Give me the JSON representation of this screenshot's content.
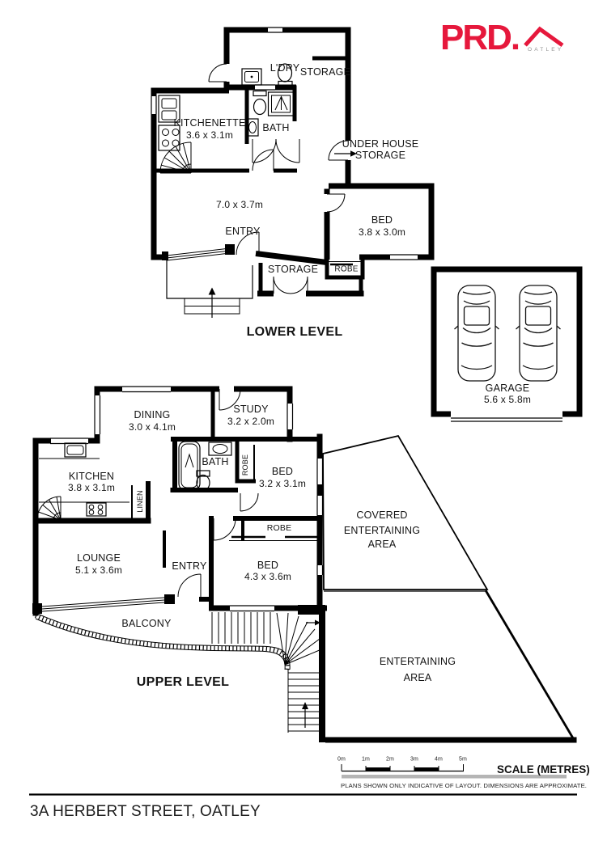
{
  "logo": {
    "brand": "PRD.",
    "office": "OATLEY",
    "brand_color": "#e6183c",
    "office_color": "#919191"
  },
  "lower_level": {
    "title": "LOWER LEVEL",
    "labels": {
      "laundry": "L'DRY",
      "storage_top": "STORAGE",
      "kitchenette": "KITCHENETTE",
      "kitchenette_dims": "3.6 x 3.1m",
      "bath": "BATH",
      "under_house_1": "UNDER HOUSE",
      "under_house_2": "STORAGE",
      "main_dims": "7.0 x 3.7m",
      "entry": "ENTRY",
      "storage_bottom": "STORAGE",
      "robe": "ROBE",
      "bed": "BED",
      "bed_dims": "3.8 x 3.0m"
    }
  },
  "garage": {
    "name": "GARAGE",
    "dims": "5.6 x 5.8m"
  },
  "upper_level": {
    "title": "UPPER LEVEL",
    "labels": {
      "dining": "DINING",
      "dining_dims": "3.0 x 4.1m",
      "study": "STUDY",
      "study_dims": "3.2 x 2.0m",
      "kitchen": "KITCHEN",
      "kitchen_dims": "3.8 x 3.1m",
      "linen": "LINEN",
      "bath": "BATH",
      "robe_small": "ROBE",
      "bed_small": "BED",
      "bed_small_dims": "3.2 x 3.1m",
      "lounge": "LOUNGE",
      "lounge_dims": "5.1 x 3.6m",
      "entry": "ENTRY",
      "robe_large": "ROBE",
      "bed_large": "BED",
      "bed_large_dims": "4.3 x 3.6m",
      "balcony": "BALCONY",
      "covered_1": "COVERED",
      "covered_2": "ENTERTAINING",
      "covered_3": "AREA",
      "entertaining_1": "ENTERTAINING",
      "entertaining_2": "AREA"
    }
  },
  "scale": {
    "ticks": [
      "0m",
      "1m",
      "2m",
      "3m",
      "4m",
      "5m"
    ],
    "label": "SCALE (METRES)",
    "disclaimer": "PLANS SHOWN ONLY INDICATIVE OF LAYOUT.  DIMENSIONS ARE APPROXIMATE.",
    "bar_gray": "#b5b5b5"
  },
  "footer": {
    "address": "3A HERBERT STREET, OATLEY"
  }
}
